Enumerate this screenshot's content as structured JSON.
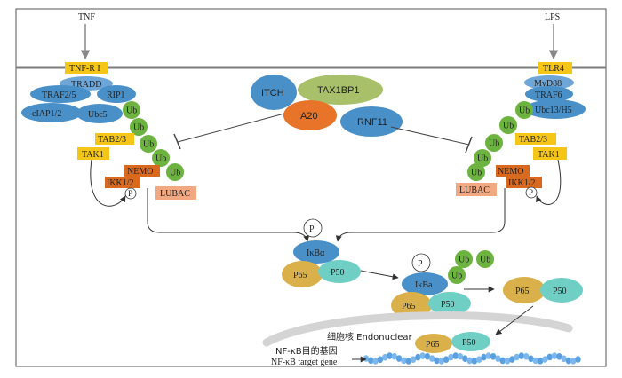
{
  "signals": {
    "tnf": "TNF",
    "lps": "LPS"
  },
  "left": {
    "tnfr1": "TNF-R I",
    "tradd": "TRADD",
    "traf25": "TRAF2/5",
    "rip1": "RIP1",
    "ciap12": "cIAP1/2",
    "ubc5": "Ubc5",
    "tab23": "TAB2/3",
    "tak1": "TAK1",
    "nemo": "NEMO",
    "ikk12": "IKK1/2",
    "p": "P",
    "lubac": "LUBAC",
    "ub": "Ub"
  },
  "right": {
    "tlr4": "TLR4",
    "myd88": "MyD88",
    "traf6": "TRAF6",
    "ubc13h5": "Ubc13/H5",
    "tab23": "TAB2/3",
    "tak1": "TAK1",
    "nemo": "NEMO",
    "ikk12": "IKK1/2",
    "p": "P",
    "lubac": "LUBAC",
    "ub": "Ub"
  },
  "center": {
    "itch": "ITCH",
    "tax1bp1": "TAX1BP1",
    "a20": "A20",
    "rnf11": "RNF11"
  },
  "complex1": {
    "p": "P",
    "ikba": "IκBα",
    "p65": "P65",
    "p50": "P50"
  },
  "complex2": {
    "p": "P",
    "ikba": "IκBa",
    "p65": "P65",
    "p50": "P50",
    "ub": "Ub"
  },
  "free": {
    "p65": "P65",
    "p50": "P50"
  },
  "nucleus": {
    "label": "细胞核  Endonuclear",
    "p65": "P65",
    "p50": "P50",
    "gene_cn": "NF-κB目的基因",
    "gene_en": "NF-κB target gene"
  },
  "colors": {
    "membrane": "#808080",
    "yellow": "#f5c518",
    "blue": "#4a90c8",
    "lightblue": "#6ea6d8",
    "green": "#6db33f",
    "orange": "#e8742a",
    "olive": "#a9c06a",
    "nemo": "#d9691f",
    "lubac": "#f2a981",
    "p65": "#d9b04a",
    "p50": "#6fcfc4"
  }
}
